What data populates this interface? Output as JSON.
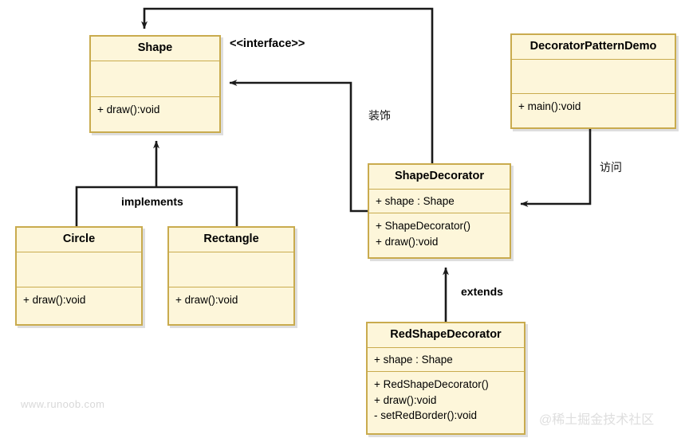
{
  "diagram": {
    "title": "Decorator Pattern UML Class Diagram",
    "colors": {
      "box_fill": "#fdf6da",
      "box_border": "#c9ab4e",
      "edge": "#1a1a1a",
      "text": "#000000",
      "watermark": "#d8d8d8",
      "background": "#ffffff"
    },
    "classes": [
      {
        "id": "shape",
        "name": "Shape",
        "attributes": [],
        "operations": [
          "+ draw():void"
        ]
      },
      {
        "id": "decorator-pattern-demo",
        "name": "DecoratorPatternDemo",
        "attributes": [],
        "operations": [
          "+ main():void"
        ]
      },
      {
        "id": "shape-decorator",
        "name": "ShapeDecorator",
        "attributes": [
          "+ shape : Shape"
        ],
        "operations": [
          "+ ShapeDecorator()",
          "+ draw():void"
        ]
      },
      {
        "id": "circle",
        "name": "Circle",
        "attributes": [],
        "operations": [
          "+ draw():void"
        ]
      },
      {
        "id": "rectangle",
        "name": "Rectangle",
        "attributes": [],
        "operations": [
          "+ draw():void"
        ]
      },
      {
        "id": "red-shape-decorator",
        "name": "RedShapeDecorator",
        "attributes": [
          "+ shape : Shape"
        ],
        "operations": [
          "+ RedShapeDecorator()",
          "+ draw():void",
          "- setRedBorder():void"
        ]
      }
    ],
    "labels": {
      "stereotype_interface": "<<interface>>",
      "implements": "implements",
      "extends": "extends",
      "decorate_cn": "装饰",
      "access_cn": "访问"
    },
    "relationships": [
      {
        "from": "ShapeDecorator",
        "to": "Shape",
        "label": "装饰",
        "kind": "association"
      },
      {
        "from": "ShapeDecorator",
        "to": "Shape",
        "label": "",
        "kind": "association"
      },
      {
        "from": "Circle",
        "to": "Shape",
        "label": "implements",
        "kind": "realization"
      },
      {
        "from": "Rectangle",
        "to": "Shape",
        "label": "implements",
        "kind": "realization"
      },
      {
        "from": "RedShapeDecorator",
        "to": "ShapeDecorator",
        "label": "extends",
        "kind": "generalization"
      },
      {
        "from": "DecoratorPatternDemo",
        "to": "ShapeDecorator",
        "label": "访问",
        "kind": "dependency"
      }
    ]
  },
  "watermarks": {
    "left": "www.runoob.com",
    "right": "@稀土掘金技术社区"
  }
}
